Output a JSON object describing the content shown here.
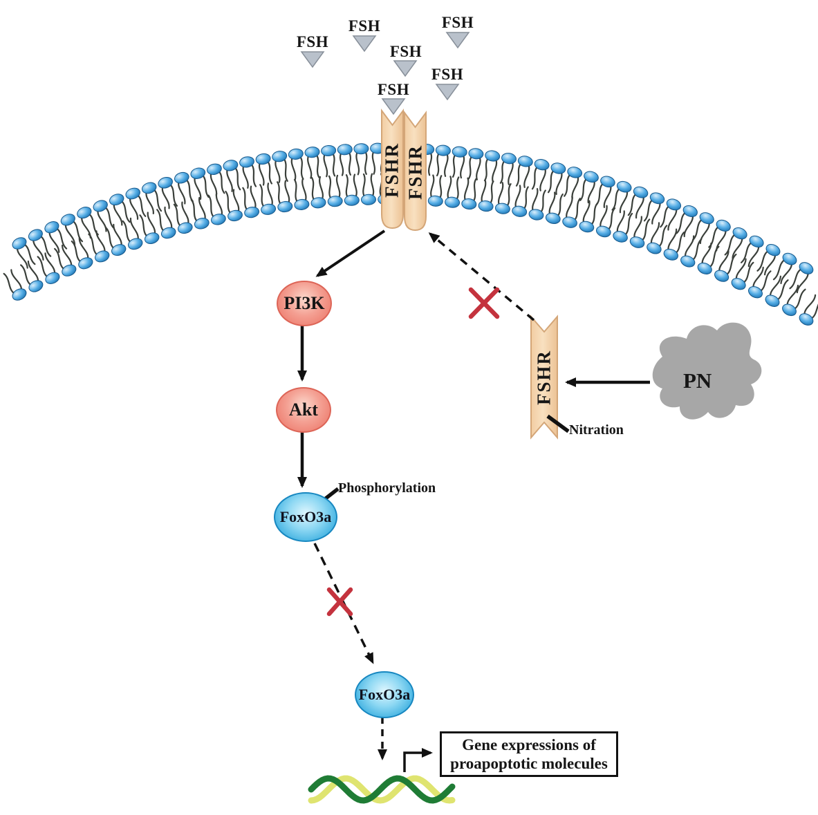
{
  "figure": {
    "ligands": {
      "label": "FSH"
    },
    "receptors": {
      "membrane_left": "FSHR",
      "membrane_right": "FSHR",
      "nitrated": "FSHR"
    },
    "signaling": {
      "pi3k": "PI3K",
      "akt": "Akt",
      "foxo3a_phosphorylated": "FoxO3a",
      "foxo3a_nuclear": "FoxO3a"
    },
    "annotations": {
      "phosphorylation": "Phosphorylation",
      "nitration": "Nitration",
      "peroxynitrite": "PN"
    },
    "gene_box": {
      "line1": "Gene expressions of",
      "line2": "proapoptotic molecules"
    },
    "colors": {
      "receptor_fill": "#f2cfa3",
      "ligand_triangle": "#b9c1cb",
      "kinase_node": "#ee8173",
      "foxo_node": "#31a9dd",
      "inhibition_cross": "#c4333e",
      "lipid_head": "#3f9ad8",
      "dna_strand_green": "#1f7c35",
      "dna_strand_yellow": "#dfe470",
      "pn_blob": "#a7a7a7"
    }
  }
}
